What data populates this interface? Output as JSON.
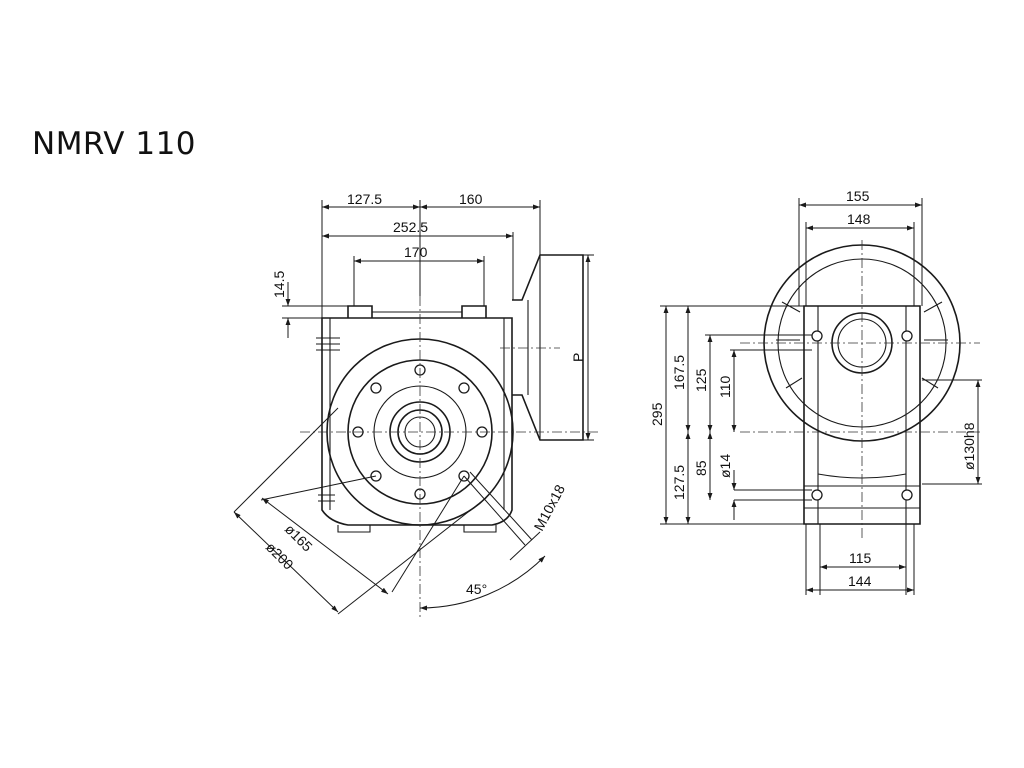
{
  "title": "NMRV 110",
  "front_view": {
    "dims": {
      "d127_5_top": "127.5",
      "d160": "160",
      "d252_5": "252.5",
      "d170": "170",
      "d14_5": "14.5",
      "dP": "P",
      "d165": "ø165",
      "d200": "ø200",
      "dM10": "M10x18",
      "d45": "45°"
    }
  },
  "side_view": {
    "dims": {
      "d155": "155",
      "d148": "148",
      "d295": "295",
      "d167_5": "167.5",
      "d125": "125",
      "d110": "110",
      "d127_5_bottom": "127.5",
      "d85": "85",
      "d14": "ø14",
      "d130h8": "ø130h8",
      "d115": "115",
      "d144": "144"
    }
  }
}
